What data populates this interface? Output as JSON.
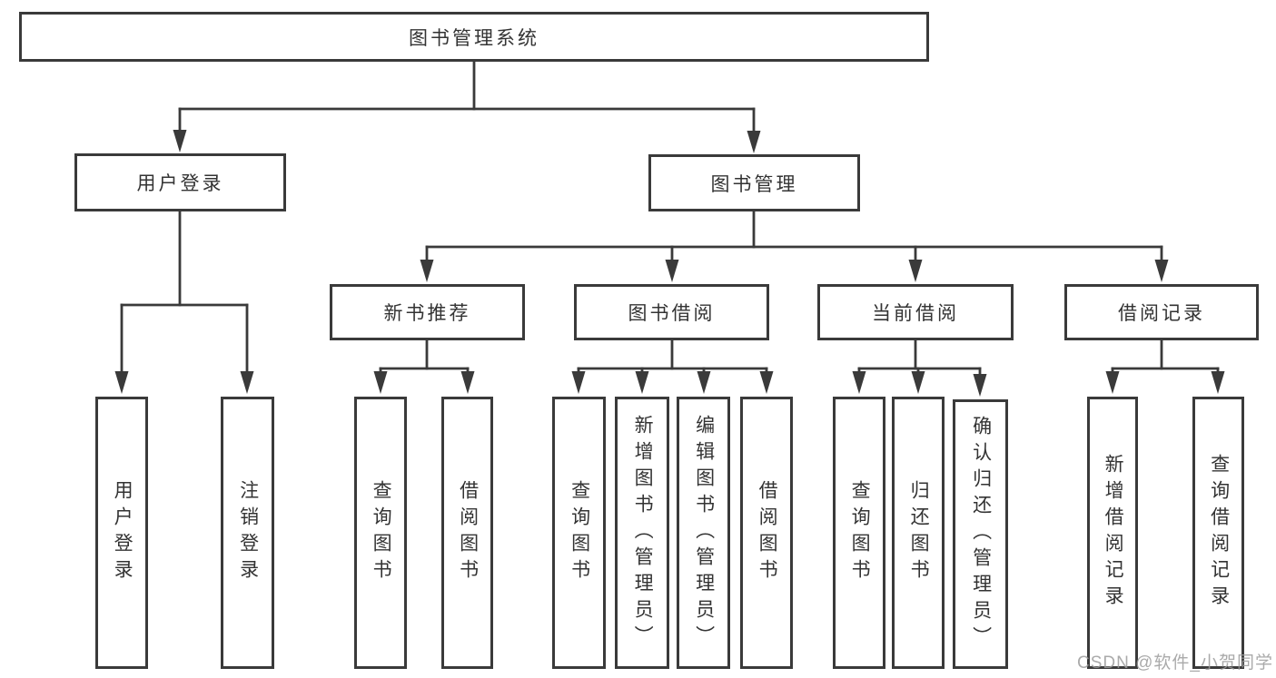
{
  "diagram": {
    "root": {
      "label": "图书管理系统"
    },
    "level1": [
      {
        "label": "用户登录"
      },
      {
        "label": "图书管理"
      }
    ],
    "user_login_children": [
      {
        "label": "用户登录"
      },
      {
        "label": "注销登录"
      }
    ],
    "book_management_children": [
      {
        "label": "新书推荐"
      },
      {
        "label": "图书借阅"
      },
      {
        "label": "当前借阅"
      },
      {
        "label": "借阅记录"
      }
    ],
    "new_book_children": [
      {
        "label": "查询图书"
      },
      {
        "label": "借阅图书"
      }
    ],
    "book_borrow_children": [
      {
        "label": "查询图书"
      },
      {
        "label": "新增图书（管理员）"
      },
      {
        "label": "编辑图书（管理员）"
      },
      {
        "label": "借阅图书"
      }
    ],
    "current_borrow_children": [
      {
        "label": "查询图书"
      },
      {
        "label": "归还图书"
      },
      {
        "label": "确认归还（管理员）"
      }
    ],
    "borrow_record_children": [
      {
        "label": "新增借阅记录"
      },
      {
        "label": "查询借阅记录"
      }
    ]
  },
  "watermark": {
    "text": "CSDN @软件_小贺同学"
  },
  "colors": {
    "line": "#3a3a3a",
    "text": "#333333",
    "background": "#ffffff",
    "watermark": "#9c9c9c"
  }
}
